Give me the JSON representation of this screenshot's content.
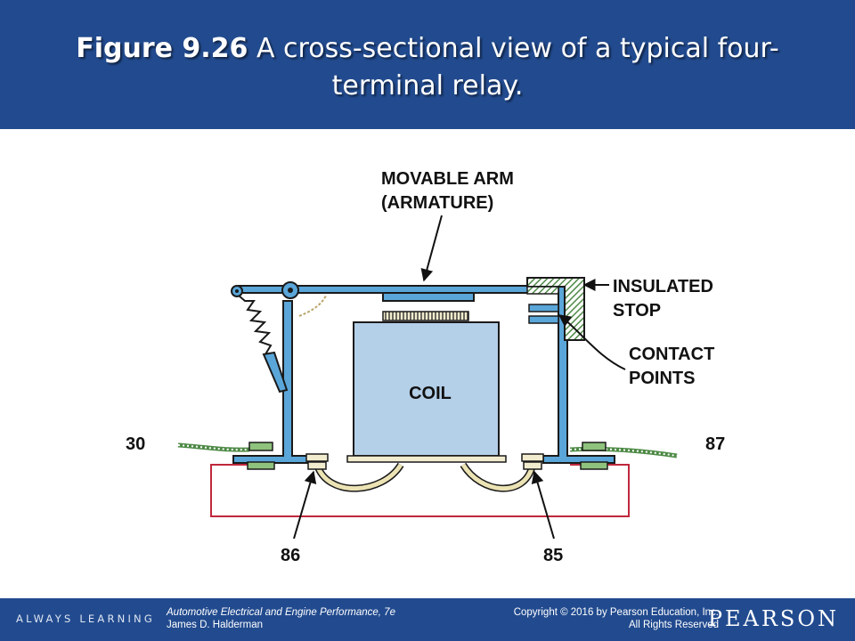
{
  "slide": {
    "figure_number": "Figure 9.26",
    "title_text": "A cross-sectional view of a typical four-terminal relay."
  },
  "diagram": {
    "labels": {
      "movable_arm_line1": "MOVABLE ARM",
      "movable_arm_line2": "(ARMATURE)",
      "insulated_stop_line1": "INSULATED",
      "insulated_stop_line2": "STOP",
      "contact_points_line1": "CONTACT",
      "contact_points_line2": "POINTS",
      "coil": "COIL",
      "terminal_30": "30",
      "terminal_87": "87",
      "terminal_86": "86",
      "terminal_85": "85"
    },
    "colors": {
      "relay_frame": "#5aa6d9",
      "coil_body": "#b4cfe8",
      "insulator_hatch": "#4e8a46",
      "coil_circuit_wire": "#c0283c",
      "coil_leads": "#ece3b4"
    }
  },
  "footer": {
    "brand_left": "ALWAYS LEARNING",
    "book_title": "Automotive Electrical and Engine Performance, 7e",
    "book_author": "James D. Halderman",
    "copyright_line1": "Copyright © 2016 by Pearson Education, Inc.",
    "copyright_line2": "All Rights Reserved",
    "logo": "PEARSON"
  }
}
